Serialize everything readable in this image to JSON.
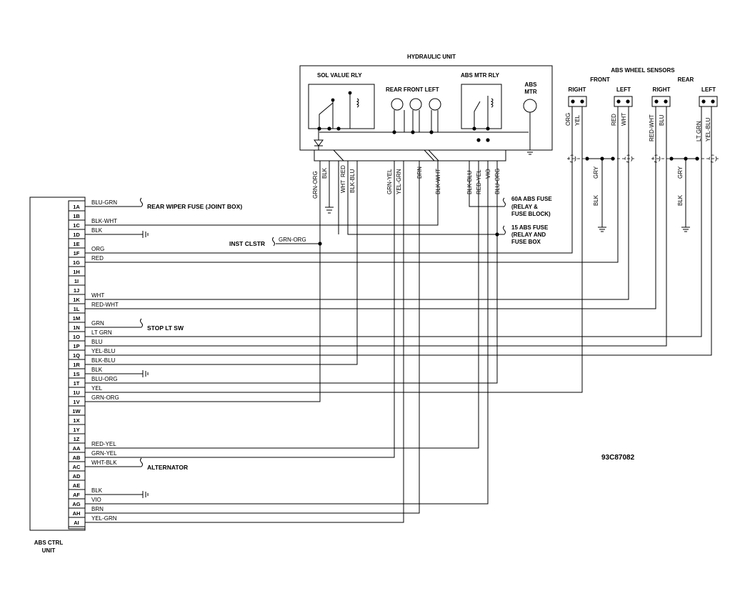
{
  "titles": {
    "hydraulic_unit": "HYDRAULIC UNIT",
    "sol_value_rly": "SOL VALUE RLY",
    "abs_mtr_rly": "ABS MTR RLY",
    "abs_mtr_1": "ABS",
    "abs_mtr_2": "MTR",
    "rear_front_left": "REAR  FRONT  LEFT",
    "abs_wheel_sensors": "ABS WHEEL SENSORS",
    "front": "FRONT",
    "rear": "REAR",
    "front_right": "RIGHT",
    "front_left": "LEFT",
    "rear_right": "RIGHT",
    "rear_left": "LEFT",
    "abs_ctrl_1": "ABS CTRL",
    "abs_ctrl_2": "UNIT",
    "diagram_code": "93C87082"
  },
  "pins": [
    "1A",
    "1B",
    "1C",
    "1D",
    "1E",
    "1F",
    "1G",
    "1H",
    "1I",
    "1J",
    "1K",
    "1L",
    "1M",
    "1N",
    "1O",
    "1P",
    "1Q",
    "1R",
    "1S",
    "1T",
    "1U",
    "1V",
    "1W",
    "1X",
    "1Y",
    "1Z",
    "AA",
    "AB",
    "AC",
    "AD",
    "AE",
    "AF",
    "AG",
    "AH",
    "AI"
  ],
  "pin_wires": {
    "1A": "BLU-GRN",
    "1B": "BLK-WHT",
    "1D": "BLK",
    "1F": "ORG",
    "1G": "RED",
    "1K": "WHT",
    "1L": "RED-WHT",
    "1N": "GRN",
    "1O": "LT GRN",
    "1P": "BLU",
    "1Q": "YEL-BLU",
    "1R": "BLK-BLU",
    "1S": "BLK",
    "1T": "BLU-ORG",
    "1U": "YEL",
    "1V": "GRN-ORG",
    "AA": "RED-YEL",
    "AB": "GRN-YEL",
    "AC": "WHT-BLK",
    "AF": "BLK",
    "AG": "VIO",
    "AH": "BRN",
    "AI": "YEL-GRN"
  },
  "destinations": {
    "rear_wiper": "REAR WIPER FUSE (JOINT BOX)",
    "inst_clstr": "INST CLSTR",
    "inst_clstr_wire": "GRN-ORG",
    "stop_lt_sw": "STOP LT SW",
    "alternator": "ALTERNATOR",
    "fuse_60a_1": "60A ABS FUSE",
    "fuse_60a_2": "(RELAY &",
    "fuse_60a_3": "FUSE BLOCK)",
    "fuse_15_1": "15 ABS FUSE",
    "fuse_15_2": "(RELAY AND",
    "fuse_15_3": "FUSE BOX"
  },
  "hydraulic_wires": [
    "GRN-ORG",
    "BLK",
    "WHT",
    "RED",
    "BLK-BLU",
    "GRN-YEL",
    "YEL-GRN",
    "BRN",
    "BLK-WHT",
    "BLK-BLU",
    "RED-YEL",
    "VIO",
    "BLU-ORG"
  ],
  "sensor_wires": {
    "front_right": [
      "ORG",
      "YEL"
    ],
    "front_left": [
      "RED",
      "WHT"
    ],
    "rear_right": [
      "RED-WHT",
      "BLU"
    ],
    "rear_left": [
      "LT GRN",
      "YEL-BLU"
    ],
    "front_ground": [
      "GRY",
      "BLK"
    ],
    "rear_ground": [
      "GRY",
      "BLK"
    ]
  }
}
